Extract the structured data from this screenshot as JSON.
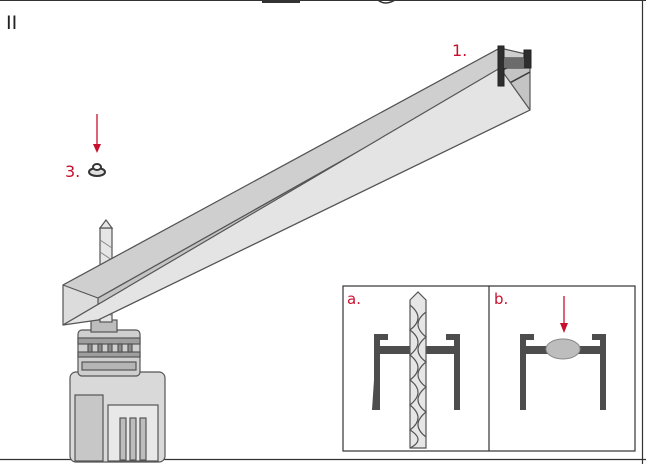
{
  "step_marker": "II",
  "callouts": {
    "step1": "1.",
    "step3": "3."
  },
  "insets": {
    "a": "a.",
    "b": "b."
  },
  "colors": {
    "callout_red": "#c8102e",
    "profile_light": "#d6d6d6",
    "profile_mid": "#bdbdbd",
    "profile_dark": "#4d4d4d",
    "outline": "#555555"
  },
  "icons": [
    "drill-bit-icon",
    "power-drill-icon",
    "end-cap-icon",
    "arrow-down-icon",
    "screw-plug-icon"
  ]
}
